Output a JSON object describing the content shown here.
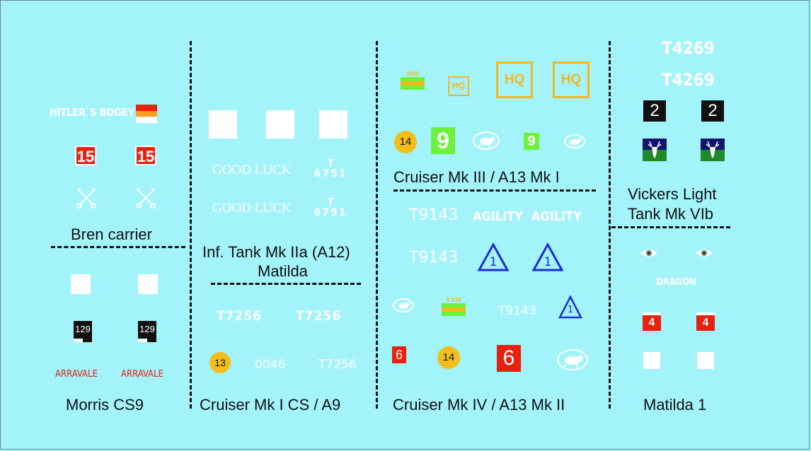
{
  "sections": {
    "bren": "Bren carrier",
    "morris": "Morris CS9",
    "matilda2_l1": "Inf. Tank Mk IIa (A12)",
    "matilda2_l2": "Matilda",
    "a9": "Cruiser Mk I CS / A9",
    "a13": "Cruiser Mk III / A13 Mk I",
    "a13mk2": "Cruiser Mk IV / A13 Mk II",
    "vickers_l1": "Vickers Light",
    "vickers_l2": "Tank Mk VIb",
    "matilda1": "Matilda 1"
  },
  "decals": {
    "hitlers_bogey": "HITLER`S BOGEY",
    "num_15": "15",
    "num_129": "129",
    "arravale": "ARRAVALE",
    "good_luck": "GOOD LUCK",
    "t_mark": "T",
    "num_6751": "6751",
    "t7256": "T7256",
    "num_13": "13",
    "num_0046": "0046",
    "num_0042": "0042",
    "hq": "HQ",
    "num_14": "14",
    "num_9": "9",
    "t9143": "T9143",
    "agility": "AGILITY",
    "tri_1": "1",
    "num_0134": "0 134",
    "num_6": "6",
    "t4269": "T4269",
    "num_2": "2",
    "dragon": "DRAGON",
    "num_4": "4"
  },
  "colors": {
    "background": "#a3f3fb",
    "red": "#e8200e",
    "yellow": "#f2b81c",
    "green": "#6cf23c",
    "blue": "#1c2bd8"
  }
}
